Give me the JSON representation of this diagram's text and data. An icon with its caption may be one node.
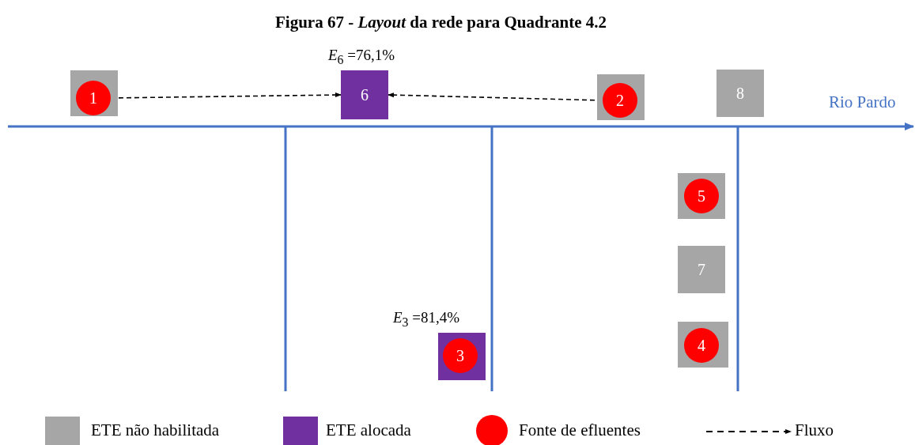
{
  "diagram": {
    "title": "Figura 67 - *Layout* da rede para Quadrante 4.2",
    "nodes": [
      {
        "text": [],
        "shape": "box"
      },
      {
        "text": [
          "1"
        ],
        "in": 0
      },
      {
        "text": [
          "6"
        ],
        "beside": [
          "*E*$_{6}$ =76,1%"
        ]
      },
      {
        "text": [],
        "shape": "box"
      },
      {
        "text": [
          "2"
        ],
        "in": 3
      },
      {
        "text": [
          "8"
        ]
      },
      {
        "text": [],
        "shape": "box"
      },
      {
        "text": [
          "5"
        ],
        "in": 6
      },
      {
        "text": [
          "7"
        ]
      },
      {
        "text": [],
        "shape": "box",
        "beside": [
          "*E*$_{3}$ =81,4%"
        ]
      },
      {
        "text": [
          "3"
        ],
        "in": 9
      },
      {
        "text": [],
        "shape": "box"
      },
      {
        "text": [
          "4"
        ],
        "in": 11
      }
    ],
    "edges": [
      {
        "from": 1,
        "to": 2,
        "arrow": "to",
        "style": "dashed"
      },
      {
        "from": 4,
        "to": 2,
        "arrow": "to",
        "style": "dashed"
      }
    ],
    "labels": [
      "Rio Pardo"
    ],
    "legend": [
      {
        "text": "ETE não habilitada",
        "color": "#a6a6a6"
      },
      {
        "text": "ETE alocada",
        "color": "#7030a0"
      },
      {
        "text": "Fonte de efluentes",
        "color": "#ff0000"
      },
      {
        "text": "Fluxo"
      }
    ]
  }
}
